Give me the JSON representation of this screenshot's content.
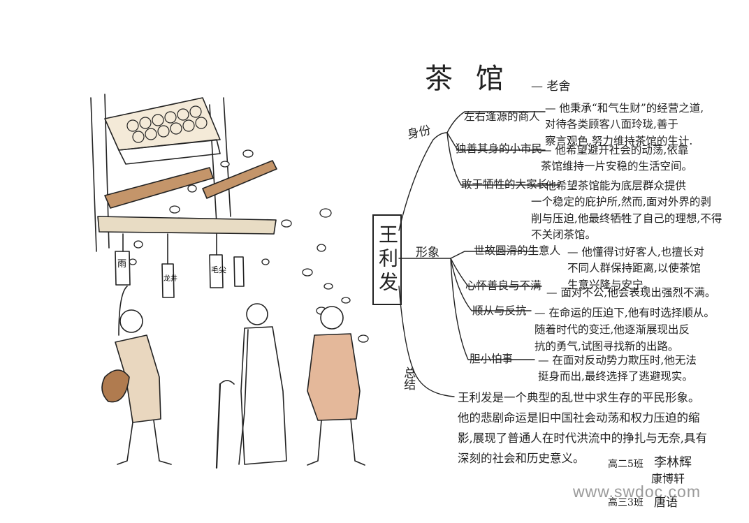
{
  "title": "茶 馆",
  "author": "— 老舍",
  "center": "王利发",
  "branches": {
    "identity": "身份",
    "image": "形象",
    "summary": "总结"
  },
  "identity_items": [
    {
      "label": "左右逢源的商人",
      "text": "— 他秉承“和气生财”的经营之道,\n对待各类顾客八面玲珑,善于\n察言观色,努力维持茶馆的生计."
    },
    {
      "label": "独善其身的小市民",
      "text": "— 他希望避开社会的动荡,依靠\n茶馆维持一片安稳的生活空间。"
    },
    {
      "label": "敢于牺牲的大家长",
      "text": "— 他希望茶馆能为底层群众提供\n一个稳定的庇护所,然而,面对外界的剥\n削与压迫,他最终牺牲了自己的理想,不得\n不关闭茶馆。"
    }
  ],
  "image_items": [
    {
      "label": "世故圆滑的生意人",
      "text": "— 他懂得讨好客人,也擅长对\n不同人群保持距离,以使茶馆\n生意兴隆与安宁。"
    },
    {
      "label": "心怀善良与不满",
      "text": "— 面对不公,他会表现出强烈不满。"
    },
    {
      "label": "顺从与反抗",
      "text": "— 在命运的压迫下,他有时选择顺从。\n随着时代的变迁,他逐渐展现出反\n抗的勇气,试图寻找新的出路。"
    },
    {
      "label": "胆小怕事",
      "text": "— 在面对反动势力欺压时,他无法\n挺身而出,最终选择了逃避现实。"
    }
  ],
  "summary_text": "王利发是一个典型的乱世中求生存的平民形象。\n他的悲剧命运是旧中国社会动荡和权力压迫的缩\n影,展现了普通人在时代洪流中的挣扎与无奈,具有\n深刻的社会和历史意义。",
  "credits": {
    "class1": "高二5班",
    "name1": "李林辉",
    "name2": "康博轩",
    "class2": "高三3班",
    "name3": "唐语"
  },
  "illustration": {
    "sign1": "雨",
    "sign2": "龙井",
    "sign3": "毛尖"
  },
  "watermark": "www.swdoc.com"
}
